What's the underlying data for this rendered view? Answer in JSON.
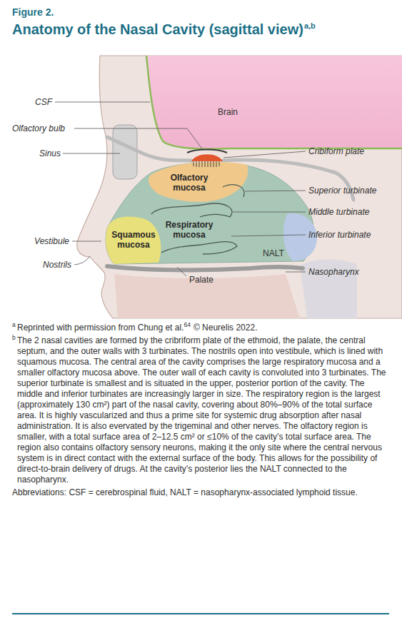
{
  "diagram": {
    "title": "Anatomy of the Nasal Cavity (sagittal view)",
    "labels": [
      "Figure 2.",
      "a,b",
      "CSF",
      "Brain",
      "Olfactory bulb",
      "Sinus",
      "Cribiform plate",
      "Olfactory mucosa",
      "Superior turbinate",
      "Middle turbinate",
      "Respiratory mucosa",
      "Squamous mucosa",
      "Vestibule",
      "Inferior turbinate",
      "NALT",
      "Nostrils",
      "Palate",
      "Nasopharynx",
      "a",
      "Reprinted with permission from Chung et al.",
      "64",
      "© Neurelis 2022.",
      "b",
      "The 2 nasal cavities are formed by the cribriform plate of the ethmoid, the palate, the central septum, and the outer walls with 3 turbinates. The nostrils open into vestibule, which is lined with squamous mucosa. The central area of the cavity comprises the large respiratory mucosa and a smaller olfactory mucosa above. The outer wall of each cavity is convoluted into 3 turbinates. The superior turbinate is smallest and is situated in the upper, posterior portion of the cavity. The middle and inferior turbinates are increasingly larger in size. The respiratory region is the largest (approximately 130 cm²) part of the nasal cavity, covering about 80%–90% of the total surface area. It is highly vascularized and thus a prime site for systemic drug absorption after nasal administration. It is also evervated by the trigeminal and other nerves. The olfactory region is smaller, with a total surface area of 2–12.5 cm² or ≤10% of the cavity’s total surface area. The region also contains olfactory sensory neurons, making it the only site where the central nervous system is in direct contact with the external surface of the body. This allows for the possibility of direct-to-brain delivery of drugs. At the cavity’s posterior lies the NALT connected to the nasopharynx.",
      "Abbreviations: CSF = cerebrospinal fluid, NALT = nasopharynx-associated lymphoid tissue."
    ]
  }
}
